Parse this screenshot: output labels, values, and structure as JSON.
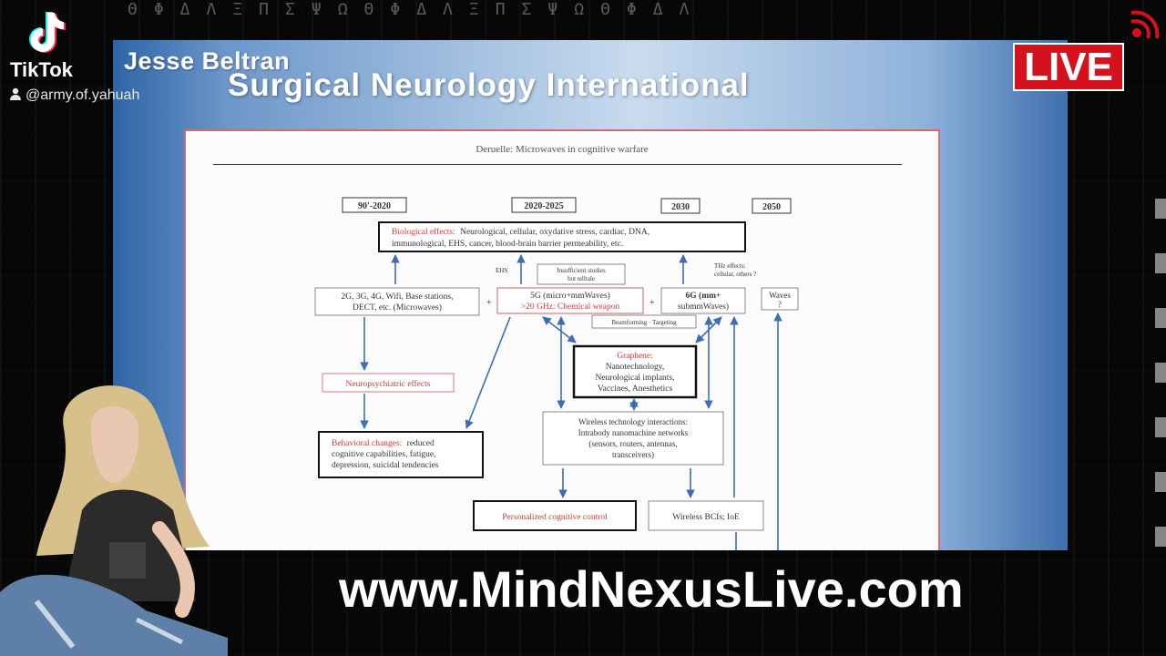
{
  "stream": {
    "live_label": "LIVE",
    "platform_name": "TikTok",
    "username": "@army.of.yahuah",
    "website": "www.MindNexusLive.com"
  },
  "slide": {
    "author": "Jesse Beltran",
    "title": "Surgical  Neurology International"
  },
  "diagram": {
    "header": "Deruelle: Microwaves in cognitive warfare",
    "timeline": [
      "90'-2020",
      "2020-2025",
      "2030",
      "2050"
    ],
    "bio_effects": {
      "label": "Biological effects:",
      "line1": "Neurological, cellular, oxydative stress, cardiac, DNA,",
      "line2": "immunological, EHS, cancer, blood-brain barrier permeability, etc."
    },
    "microwaves": {
      "line1": "2G, 3G, 4G, Wifi, Base stations,",
      "line2": "DECT, etc. (Microwaves)"
    },
    "fiveg": {
      "line1": "5G (micro+mmWaves)",
      "line2": ">20 GHz: Chemical weapon"
    },
    "sixg": {
      "line1": "6G (mm+",
      "line2": "submmWaves)"
    },
    "waves": {
      "line1": "Waves",
      "line2": "?"
    },
    "ehs_label": "EHS",
    "insufficient": {
      "line1": "Insufficient studies",
      "line2": "but telltale"
    },
    "thz": {
      "line1": "THz effects:",
      "line2": "cellular, others ?"
    },
    "beamforming": "Beamforming · Targeting",
    "neuro": "Neuropsychiatric effects",
    "behavior": {
      "label": "Behavioral changes:",
      "line1": "reduced",
      "line2": "cognitive capabilities, fatigue,",
      "line3": "depression, suicidal tendencies"
    },
    "graphene": {
      "label": "Graphene:",
      "line1": "Nanotechnology,",
      "line2": "Neurological implants,",
      "line3": "Vaccines, Anesthetics"
    },
    "wireless": {
      "line1": "Wireless technology interactions:",
      "line2": "Intrabody nanomachine networks",
      "line3": "(sensors, routers, antennas,",
      "line4": "transceivers)"
    },
    "cognitive_control": "Personalized cognitive control",
    "bci": "Wireless BCIs; IoE",
    "plus": "+"
  },
  "colors": {
    "live_red": "#d4111c",
    "diagram_red": "#d23a3a",
    "slide_blue": "#2f64a6"
  }
}
